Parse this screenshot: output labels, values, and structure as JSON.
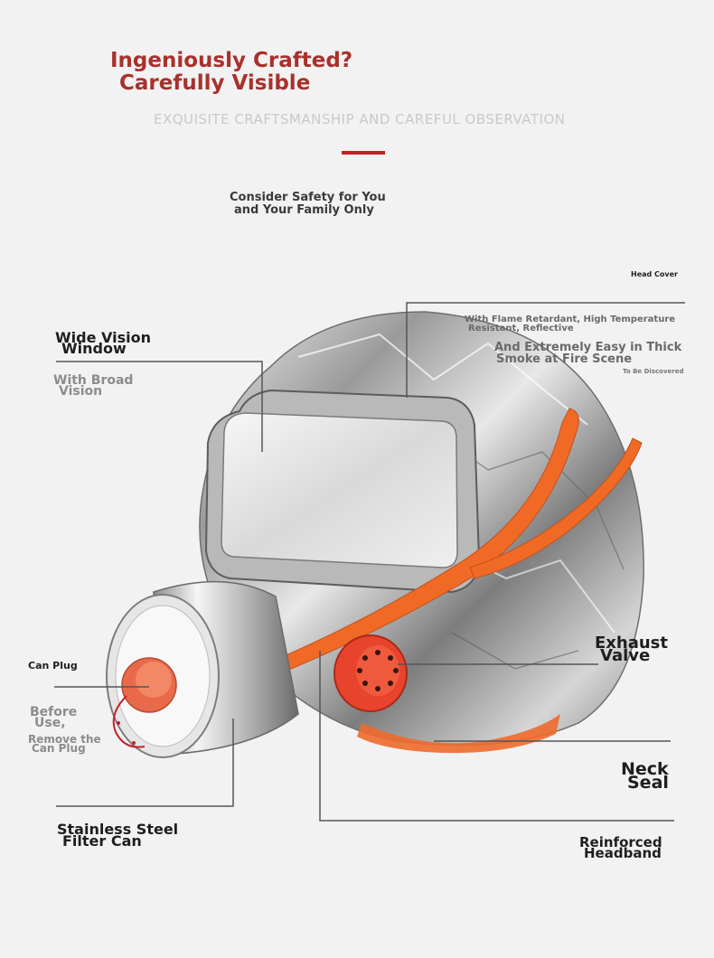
{
  "header": {
    "headline_line1": "Ingeniously Crafted?",
    "headline_line2": "Carefully Visible",
    "subheadline": "EXQUISITE CRAFTSMANSHIP AND CAREFUL OBSERVATION",
    "accent_color": "#c61f24",
    "headline_color": "#a8312c"
  },
  "intro": {
    "line1": "Consider Safety for You",
    "line2": "and Your Family Only"
  },
  "callouts": {
    "head_cover": {
      "title": "Head Cover",
      "line1": "With Flame Retardant, High Temperature",
      "line2": "Resistant, Reflective",
      "line3": "And Extremely Easy in Thick",
      "line4": "Smoke at Fire Scene",
      "line5": "To Be Discovered"
    },
    "wide_vision": {
      "title1": "Wide Vision",
      "title2": "Window",
      "desc1": "With Broad",
      "desc2": "Vision"
    },
    "can_plug": {
      "title": "Can Plug",
      "desc1": "Before",
      "desc2": "Use,",
      "desc3": "Remove the",
      "desc4": "Can Plug"
    },
    "exhaust_valve": {
      "title1": "Exhaust",
      "title2": "Valve"
    },
    "neck_seal": {
      "title1": "Neck",
      "title2": "Seal"
    },
    "filter_can": {
      "title1": "Stainless Steel",
      "title2": "Filter Can"
    },
    "headband": {
      "title1": "Reinforced",
      "title2": "Headband"
    }
  },
  "icons": {
    "product": "fire-escape-hood-illustration"
  }
}
